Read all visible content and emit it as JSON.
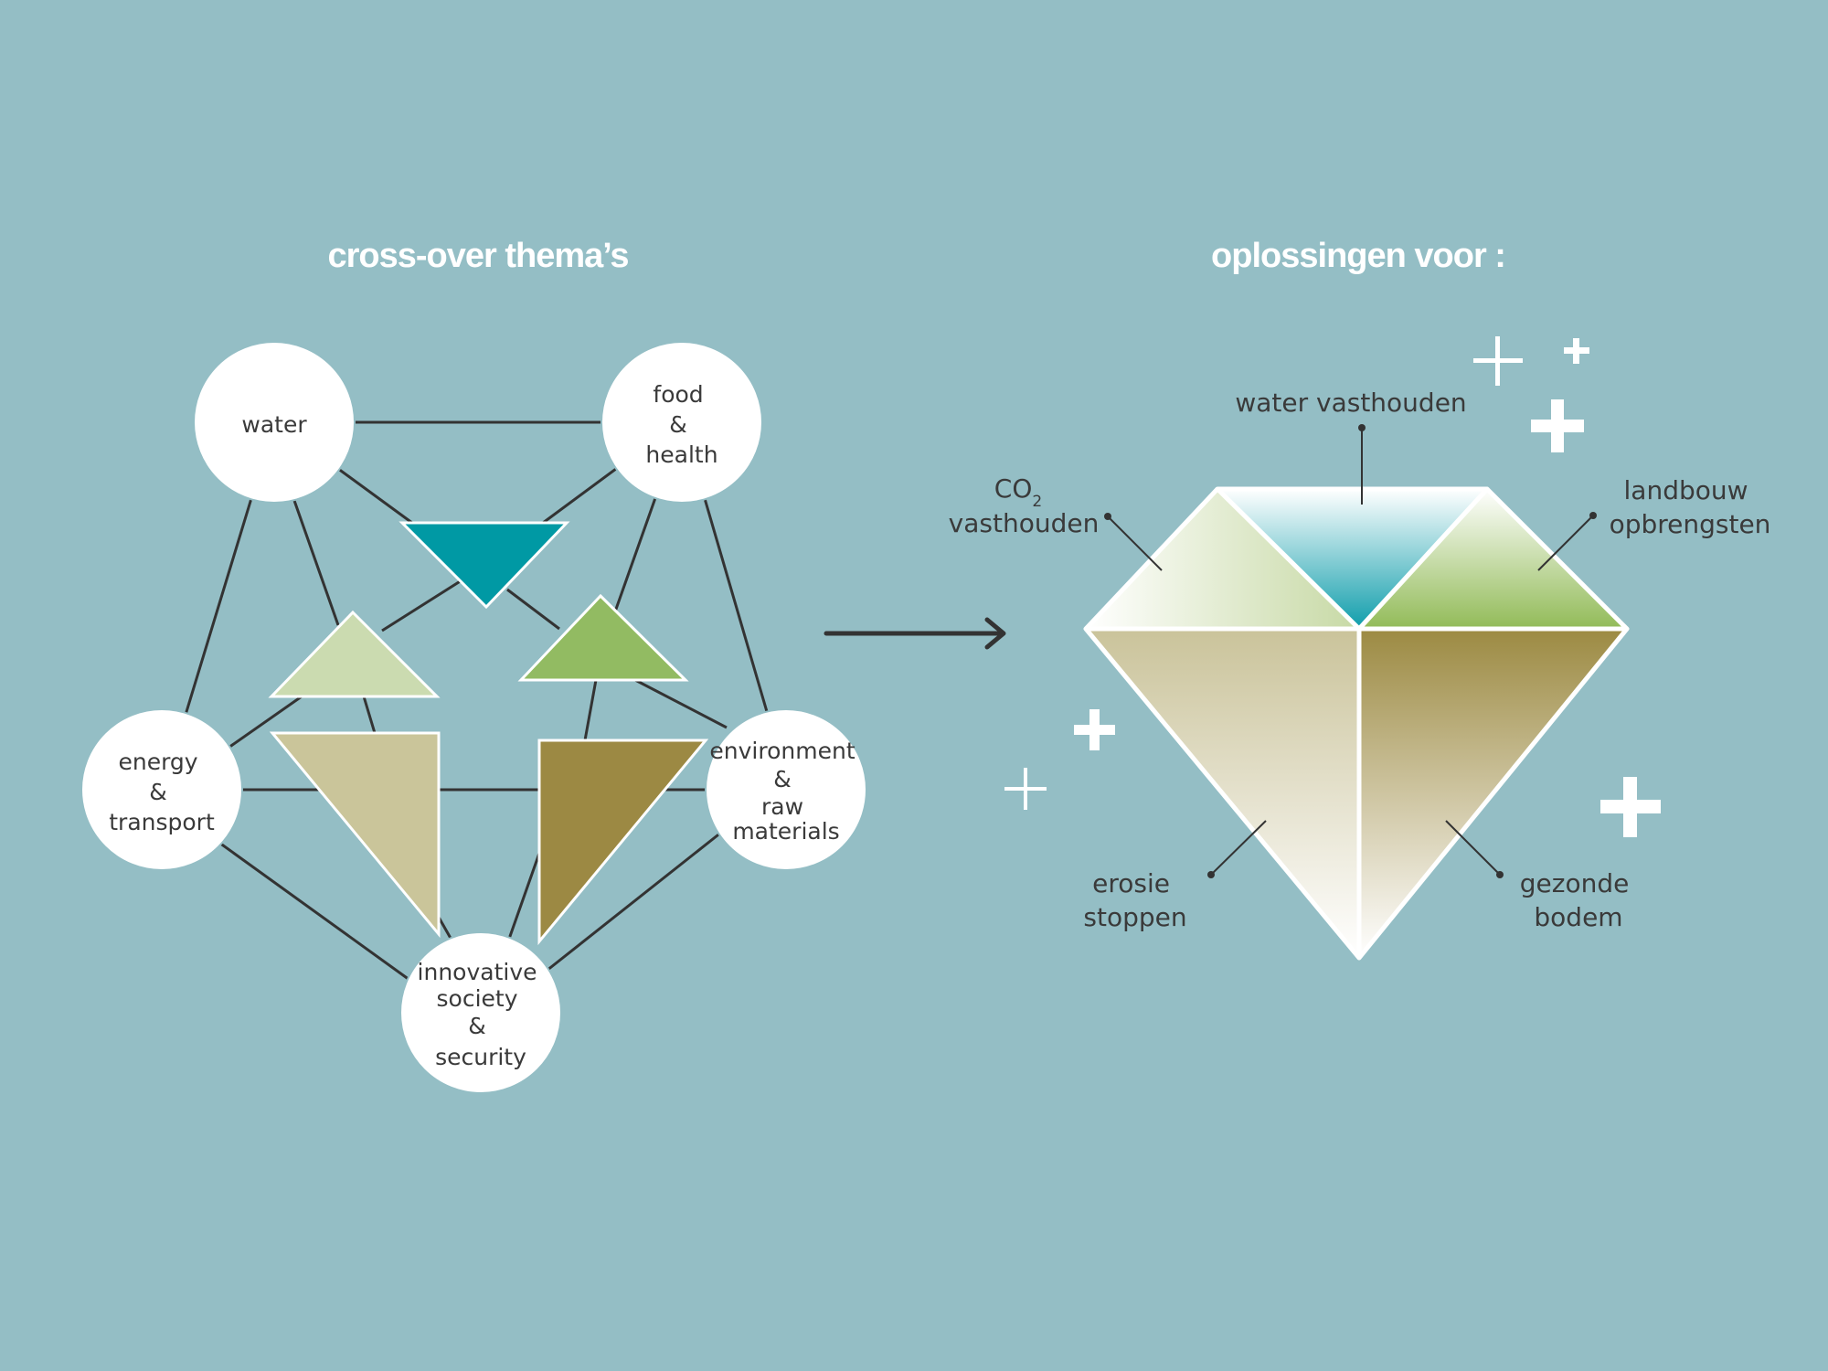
{
  "headings": {
    "left": "cross-over thema’s",
    "right": "oplossingen voor :"
  },
  "nodes": {
    "water": {
      "lines": [
        "water"
      ]
    },
    "food": {
      "lines": [
        "food",
        "&",
        "health"
      ]
    },
    "energy": {
      "lines": [
        "energy",
        "&",
        "transport"
      ]
    },
    "environment": {
      "lines": [
        "environment",
        "&",
        "raw",
        "materials"
      ]
    },
    "innovative": {
      "lines": [
        "innovative",
        "society",
        "&",
        "security"
      ]
    }
  },
  "labels": {
    "water_vasthouden": [
      "water vasthouden"
    ],
    "co2": {
      "main": "CO",
      "sub": "2",
      "line2": "vasthouden"
    },
    "landbouw": [
      "landbouw",
      "opbrengsten"
    ],
    "erosie": [
      "erosie",
      "stoppen"
    ],
    "gezonde": [
      "gezonde",
      "bodem"
    ]
  },
  "colors": {
    "background": "#94bec5",
    "teal": "#0099a4",
    "light_green": "#cbdbb0",
    "green": "#92bb62",
    "beige": "#cac59a",
    "olive": "#9c8943",
    "white": "#ffffff",
    "line": "#333333"
  },
  "icons": {
    "arrow": "arrow-right-icon",
    "plus": "plus-icon"
  }
}
